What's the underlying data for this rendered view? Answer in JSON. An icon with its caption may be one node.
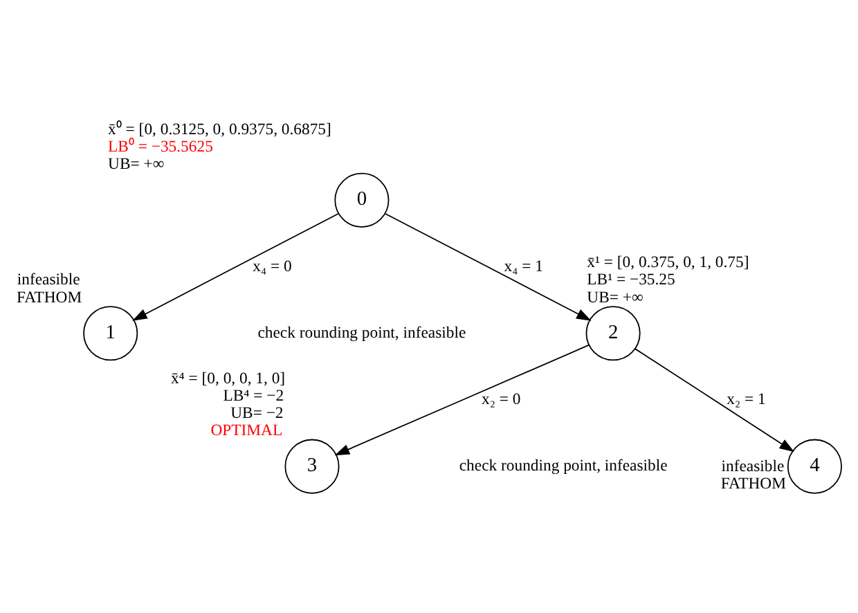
{
  "diagram": {
    "nodes": [
      {
        "text": [
          "0"
        ],
        "beside": [
          "x̄⁰ = [0, 0.3125, 0, 0.9375, 0.6875]",
          "LB⁰ = −35.5625",
          "UB= +∞"
        ]
      },
      {
        "text": [
          "1"
        ],
        "beside": [
          "infeasible",
          "FATHOM"
        ]
      },
      {
        "text": [
          "2"
        ],
        "beside": [
          "x̄¹ = [0, 0.375, 0, 1, 0.75]",
          "LB¹ = −35.25",
          "UB= +∞"
        ]
      },
      {
        "text": [
          "3"
        ],
        "beside": [
          "x̄⁴ = [0, 0, 0, 1, 0]",
          "LB⁴ = −2",
          "UB= −2",
          "OPTIMAL"
        ]
      },
      {
        "text": [
          "4"
        ],
        "beside": [
          "infeasible",
          "FATHOM"
        ]
      }
    ],
    "edges": [
      {
        "from": 0,
        "to": 1,
        "arrow": "to",
        "label": "x₄ = 0"
      },
      {
        "from": 0,
        "to": 2,
        "arrow": "to",
        "label": "x₄ = 1"
      },
      {
        "from": 2,
        "to": 3,
        "arrow": "to",
        "label": "x₂ = 0"
      },
      {
        "from": 2,
        "to": 4,
        "arrow": "to",
        "label": "x₂ = 1"
      }
    ],
    "labels": [
      "check rounding point, infeasible",
      "check rounding point, infeasible"
    ]
  }
}
